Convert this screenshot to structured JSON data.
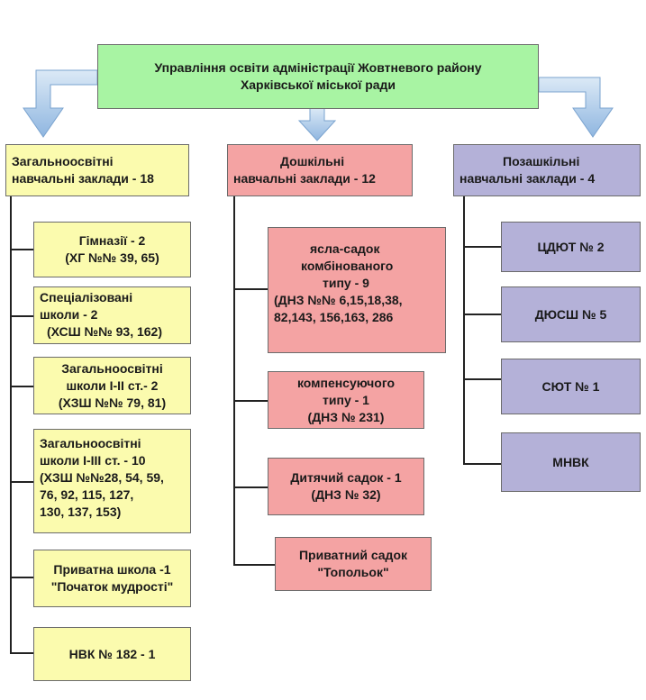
{
  "root": {
    "line1": "Управління освіти адміністрації Жовтневого району",
    "line2": "Харківської міської ради"
  },
  "columns": [
    {
      "header": [
        "Загальноосвітні",
        "навчальні заклади - 18"
      ],
      "items": [
        [
          "Гімназії - 2",
          "(ХГ №№ 39, 65)"
        ],
        [
          "Спеціалізовані",
          "школи - 2",
          "(ХСШ №№ 93, 162)"
        ],
        [
          "Загальноосвітні",
          "школи І-ІІ ст.- 2",
          "(ХЗШ №№ 79, 81)"
        ],
        [
          "Загальноосвітні",
          "школи І-ІІІ ст. - 10",
          "(ХЗШ №№28, 54, 59,",
          "76, 92, 115, 127,",
          "130, 137, 153)"
        ],
        [
          "Приватна школа -1",
          "\"Початок мудрості\""
        ],
        [
          "НВК № 182 - 1"
        ]
      ]
    },
    {
      "header": [
        "Дошкільні",
        "навчальні заклади - 12"
      ],
      "items": [
        [
          "ясла-садок",
          "комбінованого",
          "типу - 9",
          "(ДНЗ №№ 6,15,18,38,",
          "82,143, 156,163, 286"
        ],
        [
          "компенсуючого",
          "типу - 1",
          "(ДНЗ № 231)"
        ],
        [
          "Дитячий садок - 1",
          "(ДНЗ № 32)"
        ],
        [
          "Приватний садок",
          "\"Топольок\""
        ]
      ]
    },
    {
      "header": [
        "Позашкільні",
        "навчальні заклади - 4"
      ],
      "items": [
        [
          "ЦДЮТ № 2"
        ],
        [
          "ДЮСШ № 5"
        ],
        [
          "СЮТ № 1"
        ],
        [
          "МНВК"
        ]
      ]
    }
  ],
  "colors": {
    "root": "#a8f4a3",
    "schools": "#fbfbae",
    "preschool": "#f4a3a3",
    "extracurricular": "#b4b1d8",
    "arrow": "#9fc3e6"
  }
}
